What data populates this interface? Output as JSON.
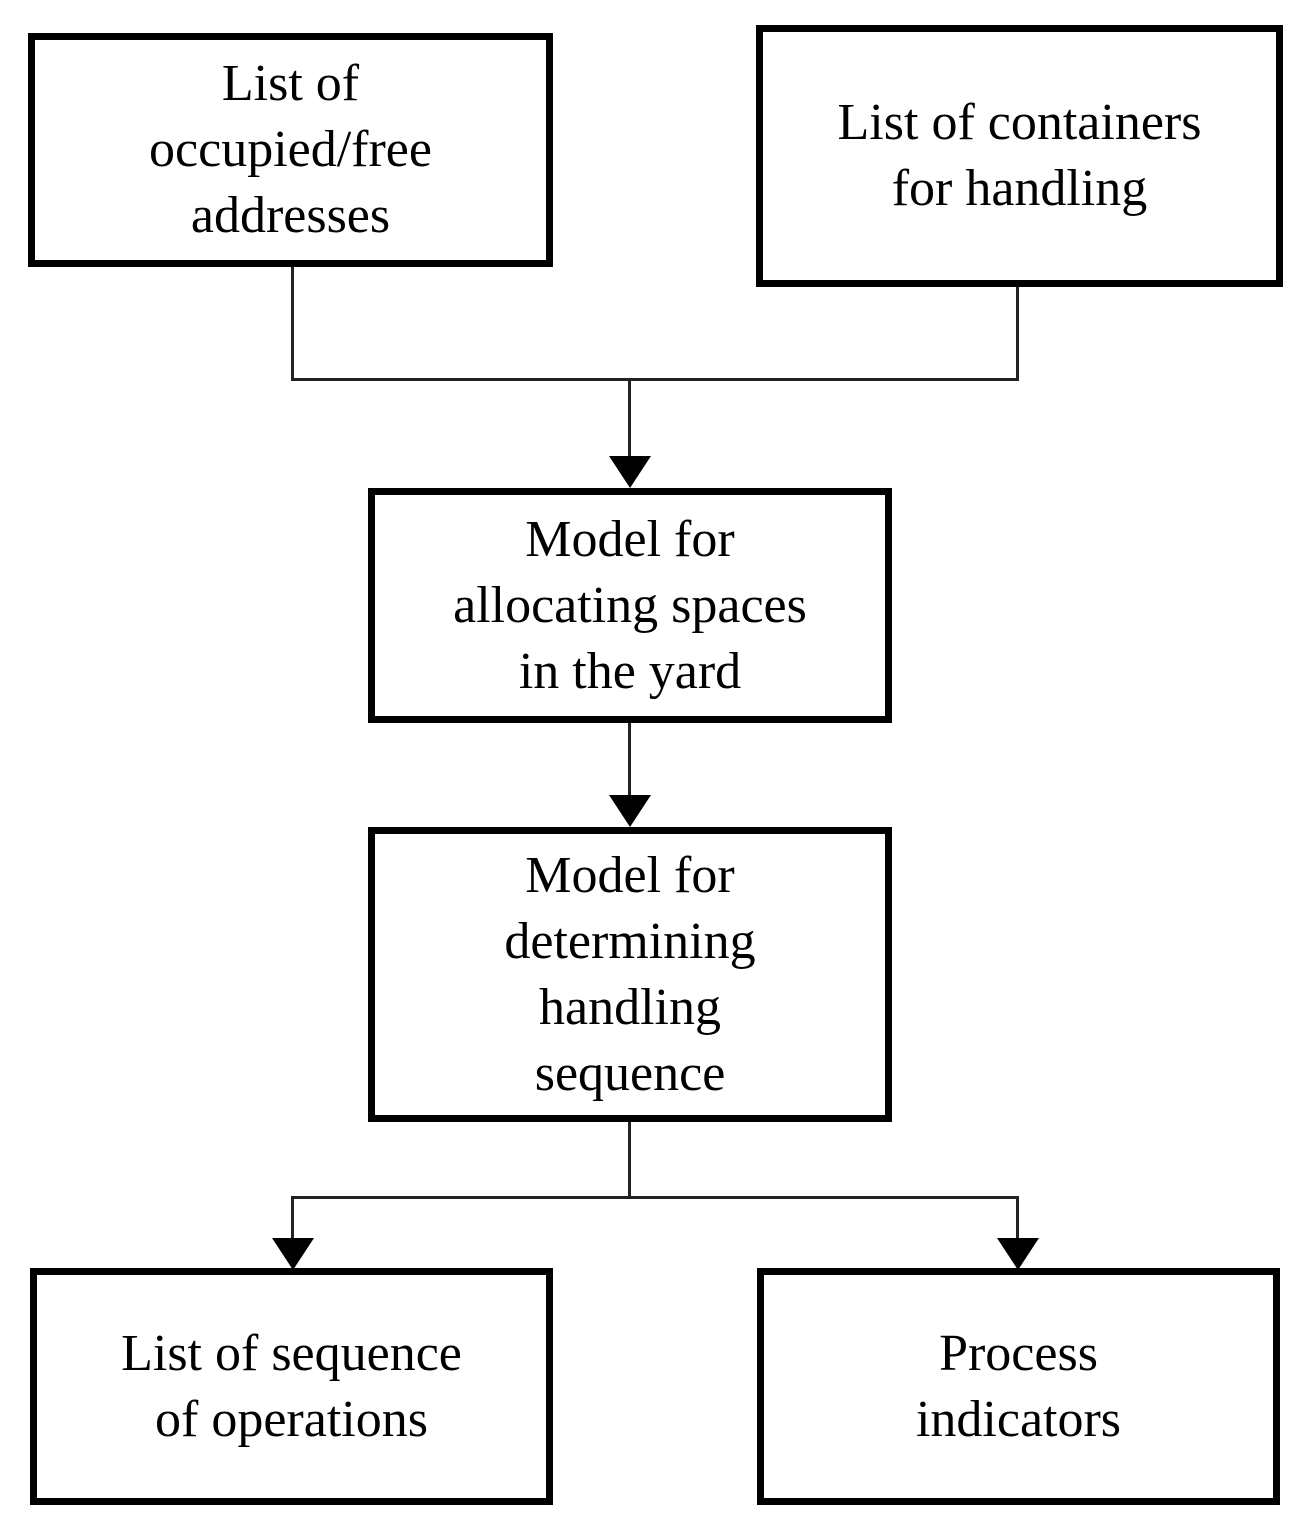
{
  "figure": {
    "background": "#ffffff",
    "node_border_color": "#000000",
    "node_fill": "#ffffff",
    "text_color": "#000000",
    "connector_color": "#222222"
  },
  "nodes": {
    "occupied_free_addresses": {
      "lines": [
        "List of",
        "occupied/free",
        "addresses"
      ]
    },
    "containers_for_handling": {
      "lines": [
        "List of containers",
        "for handling"
      ]
    },
    "allocating_spaces": {
      "lines": [
        "Model for",
        "allocating spaces",
        "in the yard"
      ]
    },
    "determining_sequence": {
      "lines": [
        "Model for",
        "determining",
        "handling",
        "sequence"
      ]
    },
    "sequence_of_operations": {
      "lines": [
        "List of sequence",
        "of operations"
      ]
    },
    "process_indicators": {
      "lines": [
        "Process",
        "indicators"
      ]
    }
  },
  "edges": [
    {
      "from": "occupied_free_addresses",
      "to": "allocating_spaces"
    },
    {
      "from": "containers_for_handling",
      "to": "allocating_spaces"
    },
    {
      "from": "allocating_spaces",
      "to": "determining_sequence"
    },
    {
      "from": "determining_sequence",
      "to": "sequence_of_operations"
    },
    {
      "from": "determining_sequence",
      "to": "process_indicators"
    }
  ]
}
